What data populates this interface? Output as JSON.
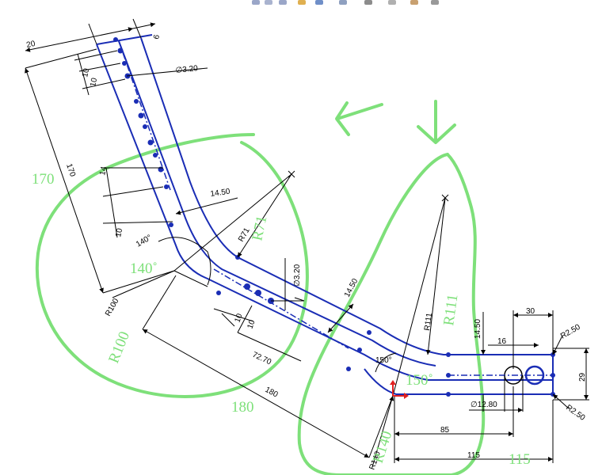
{
  "toolbar": {
    "icons": [
      "zoom-fit-icon",
      "zoom-area-icon",
      "zoom-in-icon",
      "rotate-icon",
      "view-orientation-icon",
      "section-view-icon",
      "display-style-icon",
      "hide-show-icon",
      "appearance-icon"
    ]
  },
  "dimensions": {
    "d20": "20",
    "d6": "6",
    "d10a": "10",
    "d10b": "10",
    "hole_dia_top": "∅3.20",
    "d170": "170",
    "d14": "14",
    "d10c": "10",
    "d14_50a": "14.50",
    "angle140": "140°",
    "r71": "R71",
    "hole_dia_mid": "∅3.20",
    "d14_50b": "14.50",
    "d10d": "10",
    "d10e": "10",
    "d72_70": "72.70",
    "r100": "R100",
    "d180": "180",
    "r111": "R111",
    "angle150": "150°",
    "d14_50c": "14.50",
    "d30": "30",
    "d16": "16",
    "r2_50a": "R2.50",
    "d29": "29",
    "hole_dia_end": "∅12.80",
    "r2_50b": "R2.50",
    "d85": "85",
    "d115": "115",
    "r140": "R140"
  },
  "annotations": {
    "g170": "170",
    "g140": "140˚",
    "gR71": "R71",
    "gR100": "R100",
    "g180": "180",
    "gR111": "R111",
    "g150": "150˚",
    "gR140": "R140",
    "g115": "115"
  },
  "colors": {
    "part_outline": "#1a2db5",
    "dimension": "#000000",
    "annotation": "#7ee07a",
    "highlight_arrow": "#e02020"
  }
}
